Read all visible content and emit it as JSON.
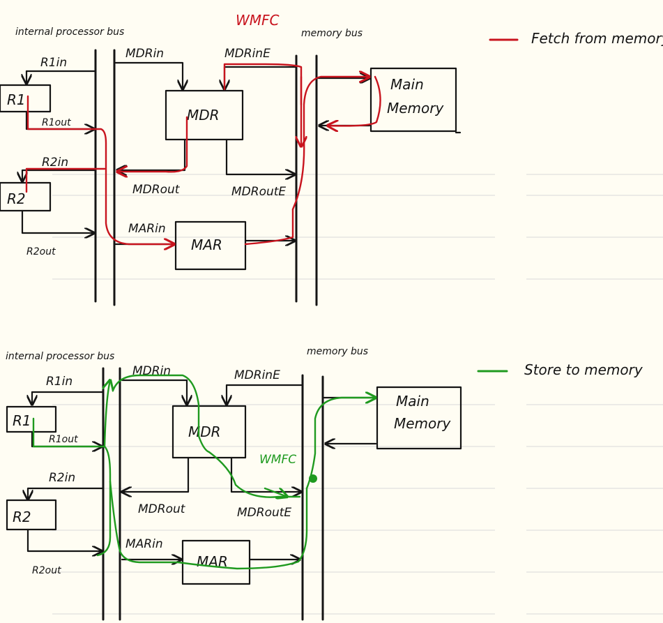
{
  "colors": {
    "paper": "#fffdf3",
    "ink": "#141414",
    "fetch": "#c8141e",
    "store": "#1f9a1f"
  },
  "legend_fetch": "Fetch from memory",
  "legend_store": "Store to memory",
  "wmfc_fetch": "WMFC",
  "wmfc_store": "WMFC",
  "top": {
    "internal_bus": "internal processor bus",
    "memory_bus": "memory bus",
    "rin": "R1in",
    "r1": "R1",
    "r1out": "R1out",
    "r2in": "R2in",
    "r2": "R2",
    "r2out": "R2out",
    "mdrin": "MDRin",
    "mdrine": "MDRinE",
    "mdr": "MDR",
    "mdrout": "MDRout",
    "mdroute": "MDRoutE",
    "marin": "MARin",
    "mar": "MAR",
    "main": "Main",
    "memory": "Memory"
  },
  "bottom": {
    "internal_bus": "internal processor bus",
    "memory_bus": "memory bus",
    "rin": "R1in",
    "r1": "R1",
    "r1out": "R1out",
    "r2in": "R2in",
    "r2": "R2",
    "r2out": "R2out",
    "mdrin": "MDRin",
    "mdrine": "MDRinE",
    "mdr": "MDR",
    "mdrout": "MDRout",
    "mdroute": "MDRoutE",
    "marin": "MARin",
    "mar": "MAR",
    "main": "Main",
    "memory": "Memory"
  }
}
